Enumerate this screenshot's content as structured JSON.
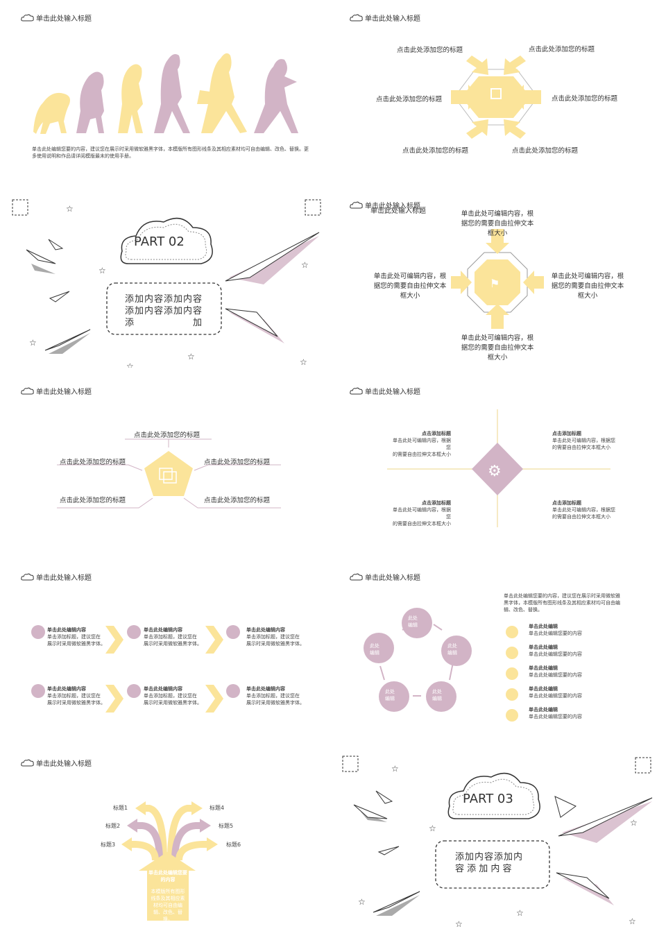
{
  "colors": {
    "yellow": "#fbe49a",
    "pink": "#d2b4c6",
    "line": "#eadbb2"
  },
  "header": "单击此处输入标题",
  "s1": {
    "desc1": "单击此处编辑您要的内容，建议您在展示时采用微软雅黑字体，本模版所有图形线条及其相应素材均可自由编辑、改色、替换。更",
    "desc2": "多使用说明和作品请详阅模版最末的使用手册。"
  },
  "s2": {
    "labels": [
      "点击此处添加您的标题",
      "点击此处添加您的标题",
      "点击此处添加您的标题",
      "点击此处添加您的标题",
      "点击此处添加您的标题",
      "点击此处添加您的标题"
    ]
  },
  "s3": {
    "part": "PART 02",
    "box": [
      "添加内容添加内容",
      "添加内容添加内容",
      "添",
      "加"
    ]
  },
  "s4": {
    "hdr2": "单击此处输入标题",
    "blocks": [
      [
        "单击此处可编辑内容，根",
        "据您的需要自由拉伸文本",
        "框大小"
      ],
      [
        "单击此处可编辑内容，根",
        "据您的需要自由拉伸文本",
        "框大小"
      ],
      [
        "单击此处可编辑内容，根",
        "据您的需要自由拉伸文本",
        "框大小"
      ],
      [
        "单击此处可编辑内容，根",
        "据您的需要自由拉伸文本",
        "框大小"
      ]
    ]
  },
  "s5": {
    "labels": [
      "点击此处添加您的标题",
      "点击此处添加您的标题",
      "点击此处添加您的标题",
      "点击此处添加您的标题",
      "点击此处添加您的标题"
    ]
  },
  "s6": {
    "items": [
      {
        "title": "点击添加标题",
        "l1": "单击此处可编辑内容，根据您",
        "l2": "的需要自由拉伸文本框大小"
      },
      {
        "title": "点击添加标题",
        "l1": "单击此处可编辑内容，根据您",
        "l2": "的需要自由拉伸文本框大小"
      },
      {
        "title": "点击添加标题",
        "l1": "单击此处可编辑内容，根据您",
        "l2": "的需要自由拉伸文本框大小"
      },
      {
        "title": "点击添加标题",
        "l1": "单击此处可编辑内容，根据您",
        "l2": "的需要自由拉伸文本框大小"
      }
    ]
  },
  "s7": {
    "items": [
      {
        "title": "单击此处编辑内容",
        "l1": "单击添加标题，建议您在",
        "l2": "展示时采用微软雅黑字体。"
      },
      {
        "title": "单击此处编辑内容",
        "l1": "单击添加标题，建议您在",
        "l2": "展示时采用微软雅黑字体。"
      },
      {
        "title": "单击此处编辑内容",
        "l1": "单击添加标题，建议您在",
        "l2": "展示时采用微软雅黑字体。"
      },
      {
        "title": "单击此处编辑内容",
        "l1": "单击添加标题，建议您在",
        "l2": "展示时采用微软雅黑字体。"
      },
      {
        "title": "单击此处编辑内容",
        "l1": "单击添加标题，建议您在",
        "l2": "展示时采用微软雅黑字体。"
      },
      {
        "title": "单击此处编辑内容",
        "l1": "单击添加标题，建议您在",
        "l2": "展示时采用微软雅黑字体。"
      }
    ]
  },
  "s8": {
    "desc": [
      "单击此处编辑您要的内容，建议您在展示时采用微软雅",
      "黑字体，本模版所有图形线条及其相应素材均可自由编",
      "辑、改色、替换。"
    ],
    "circle": [
      "此处",
      "编辑"
    ],
    "items": [
      {
        "title": "单击此处编辑",
        "sub": "单击此处编辑您要的内容"
      },
      {
        "title": "单击此处编辑",
        "sub": "单击此处编辑您要的内容"
      },
      {
        "title": "单击此处编辑",
        "sub": "单击此处编辑您要的内容"
      },
      {
        "title": "单击此处编辑",
        "sub": "单击此处编辑您要的内容"
      },
      {
        "title": "单击此处编辑",
        "sub": "单击此处编辑您要的内容"
      }
    ]
  },
  "s9": {
    "labels": [
      "标题1",
      "标题2",
      "标题3",
      "标题4",
      "标题5",
      "标题6"
    ],
    "title": [
      "单击此处编辑您要",
      "的内容"
    ],
    "body": [
      "本模版所有图形",
      "线条及其相应素",
      "材均可自由编",
      "辑、改色、替",
      "换。"
    ]
  },
  "s10": {
    "part": "PART 03",
    "box": [
      "添加内容添加内",
      "容 添 加 内 容"
    ]
  }
}
